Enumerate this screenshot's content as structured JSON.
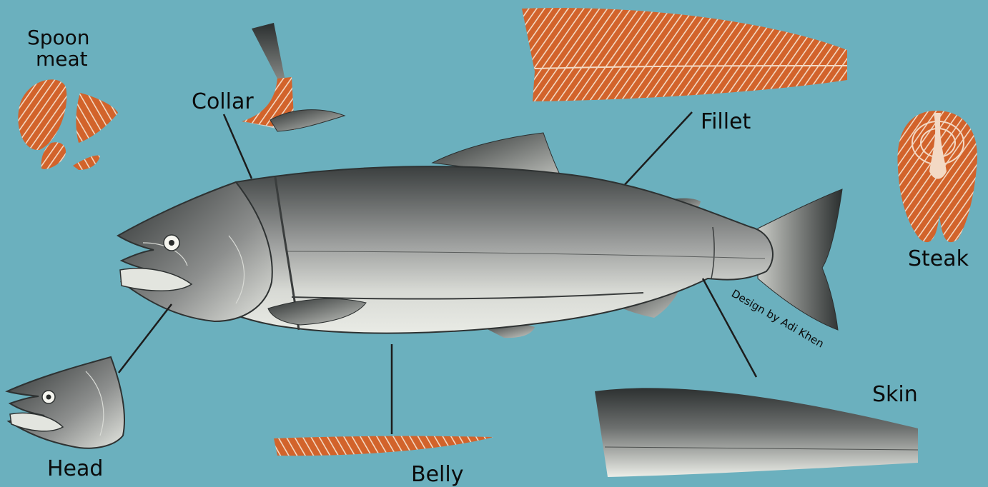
{
  "colors": {
    "background": "#6bb0be",
    "flesh": "#d2632b",
    "flesh_lines": "#f3d9c4",
    "skin_dark": "#303333",
    "skin_light": "#e6e8e2",
    "fin_dark": "#2f3333",
    "leader_line": "#1c1c1c"
  },
  "labels": {
    "spoon_meat_line1": "Spoon",
    "spoon_meat_line2": "meat",
    "collar": "Collar",
    "fillet": "Fillet",
    "steak": "Steak",
    "head": "Head",
    "belly": "Belly",
    "skin": "Skin"
  },
  "credit": "Design by Adi Khen"
}
